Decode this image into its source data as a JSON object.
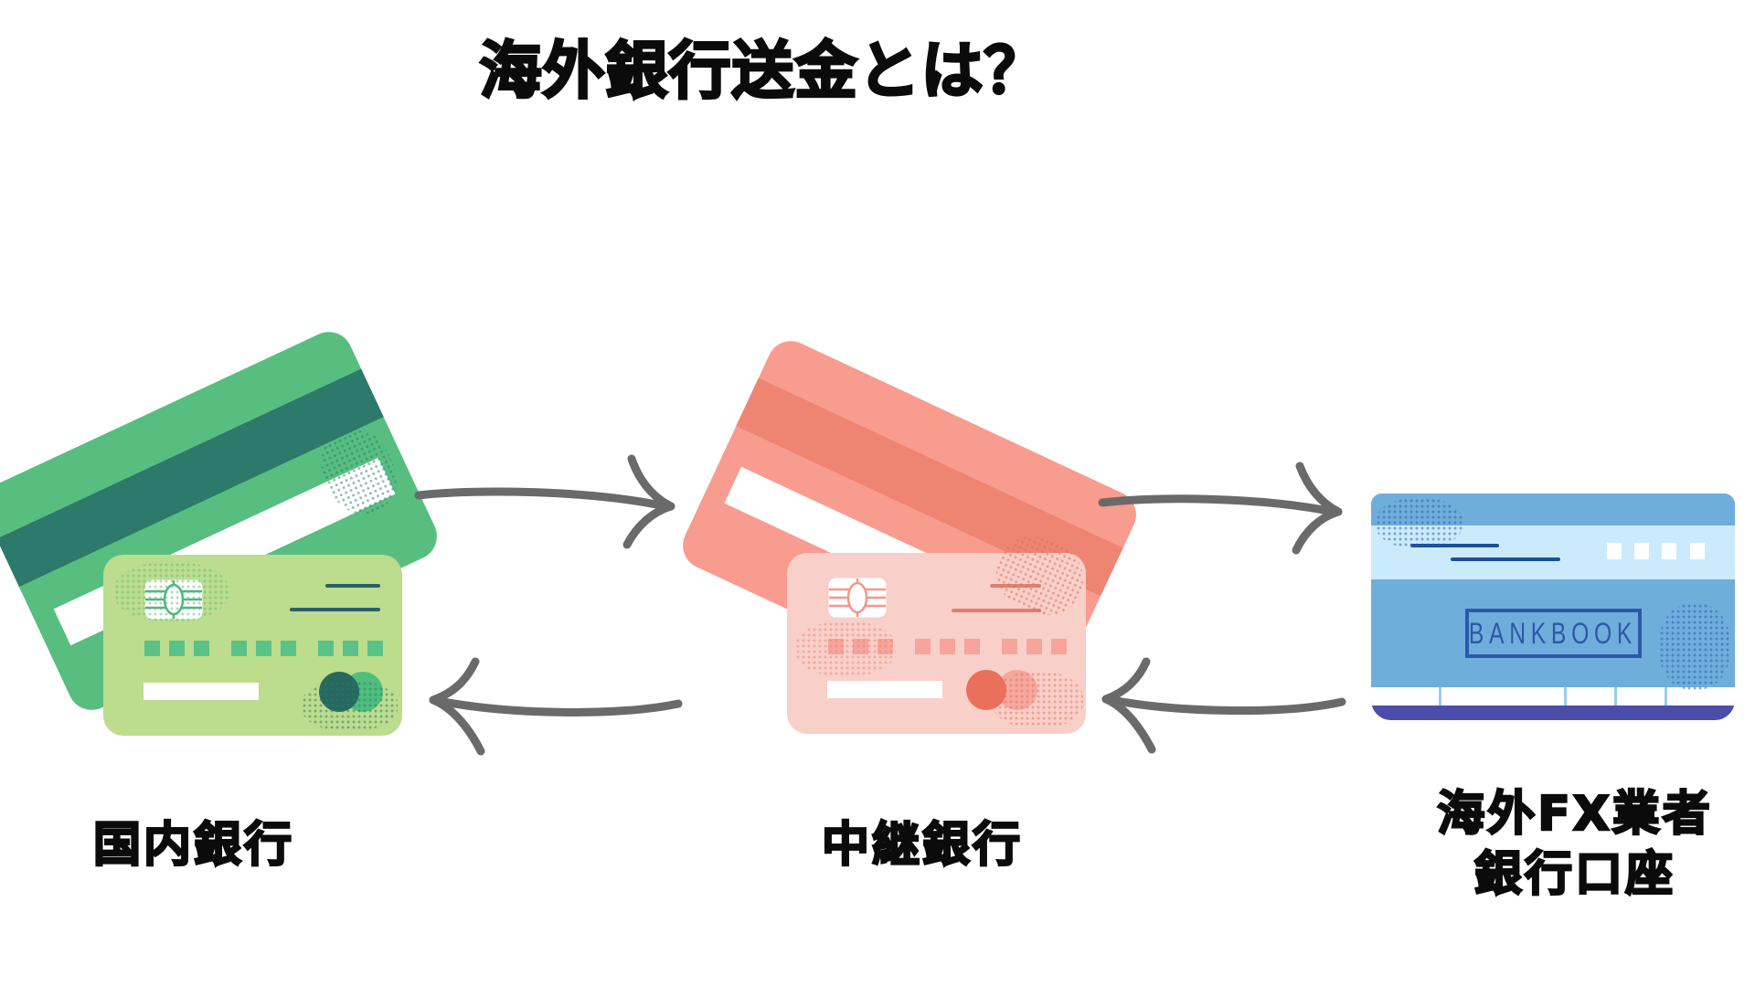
{
  "title": "海外銀行送金とは？",
  "nodes": [
    {
      "id": "domestic-bank",
      "label": "国内銀行",
      "type": "credit-cards",
      "theme": "green"
    },
    {
      "id": "intermediary-bank",
      "label": "中継銀行",
      "type": "credit-cards",
      "theme": "pink"
    },
    {
      "id": "overseas-fx-account",
      "label_line1": "海外FX業者",
      "label_line2": "銀行口座",
      "type": "bankbook",
      "theme": "blue"
    }
  ],
  "bankbook": {
    "text": "BANKBOOK"
  },
  "icons": [
    "arrow-right-icon",
    "arrow-left-icon",
    "arrow-right-icon",
    "arrow-left-icon",
    "credit-card-chip-icon"
  ],
  "colors": {
    "background": "#ffffff",
    "text": "#0b0b0b",
    "arrow_gray": "#6a6a6a",
    "green_card_back": "#57be80",
    "green_card_stripe": "#2c7a6b",
    "green_card_front": "#bcdc8e",
    "pink_card_back": "#f89c8f",
    "pink_card_stripe": "#ee8472",
    "pink_card_front": "#f8cfc9",
    "bankbook_body": "#6faddb",
    "bankbook_light_band": "#cbebfc",
    "bankbook_navy": "#2b59a9",
    "bankbook_spine": "#4b4da9"
  }
}
